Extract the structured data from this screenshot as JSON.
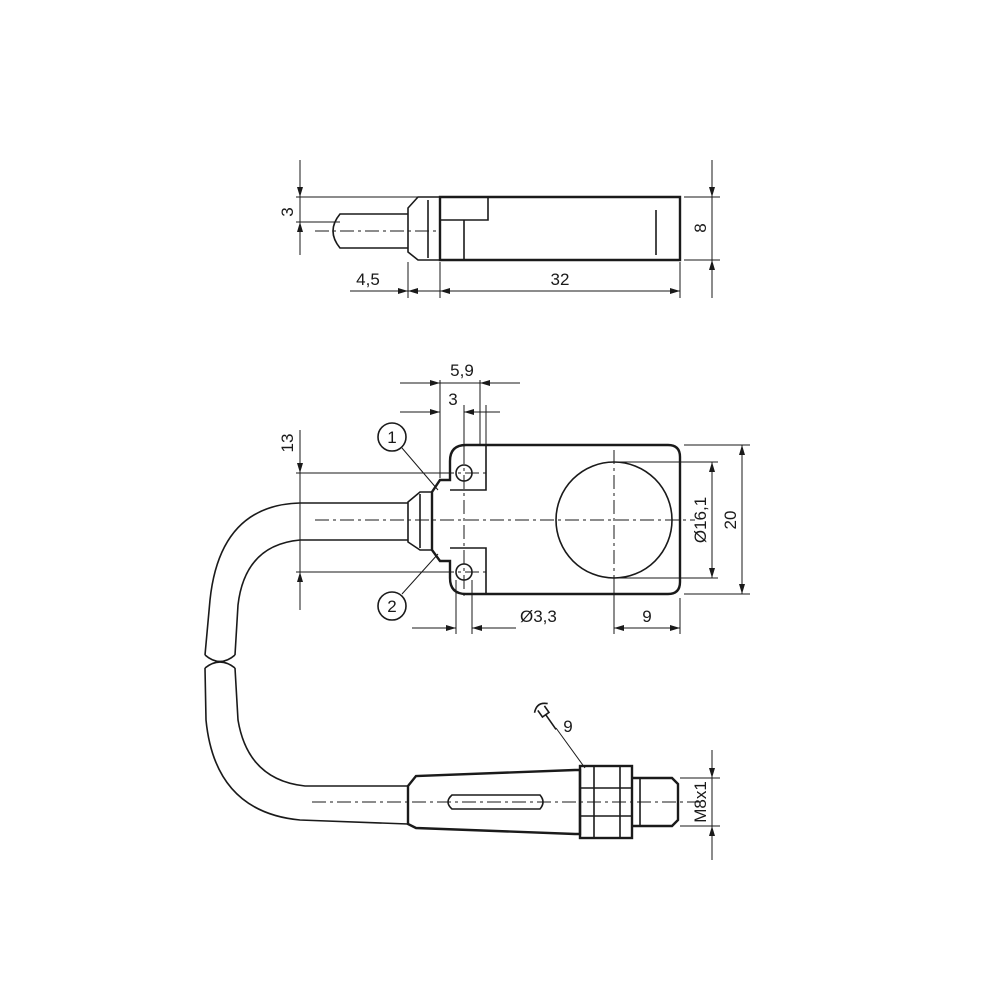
{
  "side_view": {
    "dim_height_small": "3",
    "dim_height": "8",
    "dim_cable_offset": "4,5",
    "dim_length": "32"
  },
  "top_view": {
    "dim_width_outer": "5,9",
    "dim_width_inner": "3",
    "dim_hole_spacing": "13",
    "dim_face_diameter": "Ø16,1",
    "dim_height": "20",
    "dim_hole_diameter": "Ø3,3",
    "dim_face_offset": "9",
    "callout_1": "1",
    "callout_2": "2"
  },
  "connector": {
    "wrench_size": "9",
    "thread": "M8x1",
    "icon": "wrench-icon"
  },
  "colors": {
    "line": "#1a1a1a",
    "background": "#ffffff"
  }
}
